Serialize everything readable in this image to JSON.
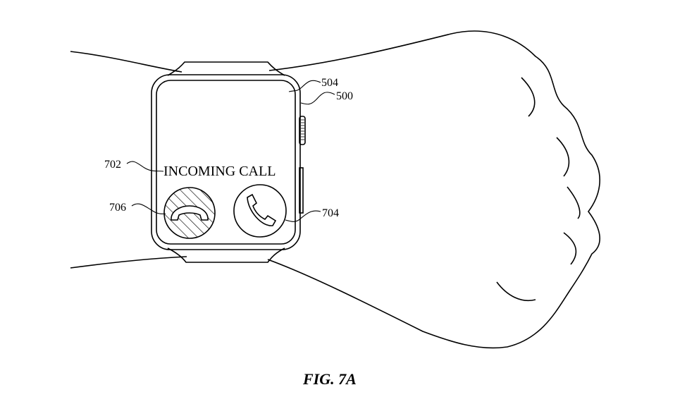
{
  "figure": {
    "caption": "FIG. 7A",
    "screen_text": "INCOMING CALL",
    "reference_numerals": {
      "device": "500",
      "display": "504",
      "incoming_call_text": "702",
      "accept_button": "704",
      "decline_button": "706"
    },
    "icons": {
      "accept": "phone-handset-icon",
      "decline": "hang-up-handset-icon"
    }
  }
}
